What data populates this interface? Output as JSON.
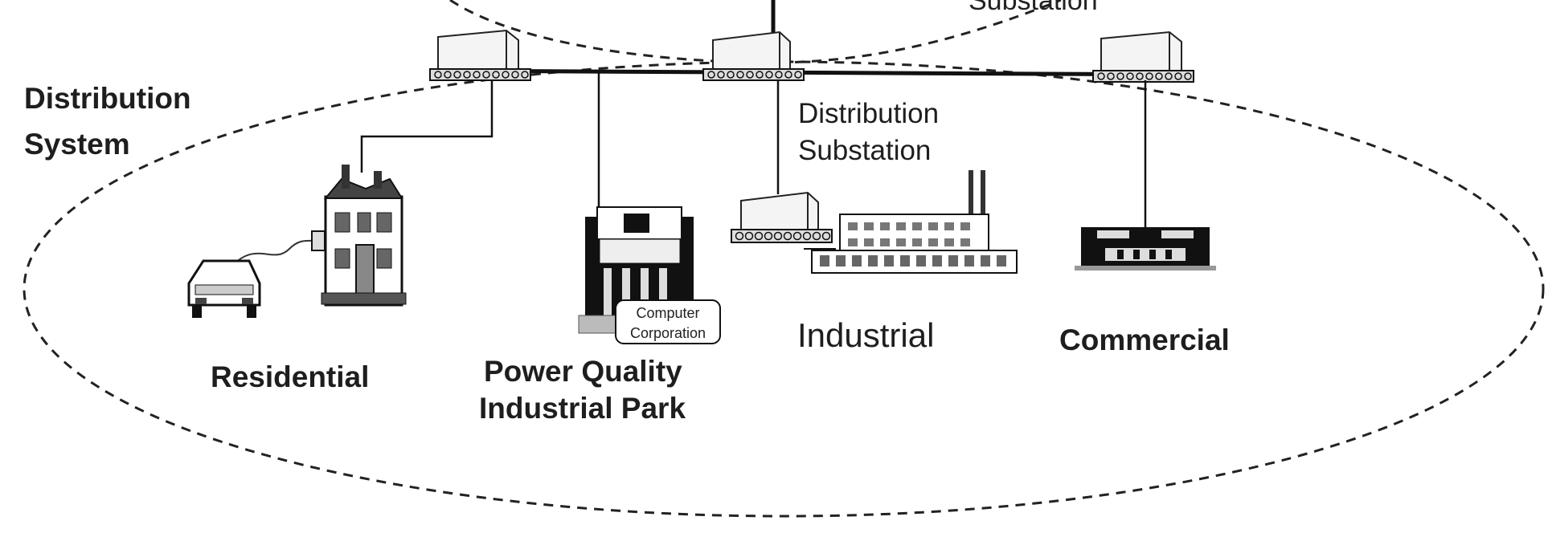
{
  "labels": {
    "top_left_cut": "",
    "top_center_cut": "",
    "top_right_cut": "Substation",
    "distribution_line1": "Distribution",
    "distribution_line2": "System",
    "dist_substation_line1": "Distribution",
    "dist_substation_line2": "Substation",
    "residential": "Residential",
    "power_quality_line1": "Power Quality",
    "power_quality_line2": "Industrial Park",
    "computer_line1": "Computer",
    "computer_line2": "Corporation",
    "industrial": "Industrial",
    "commercial": "Commercial"
  },
  "icons": [
    "substation-left-icon",
    "substation-center-icon",
    "substation-right-icon",
    "distribution-substation-icon",
    "house-icon",
    "car-icon",
    "computer-corporation-building-icon",
    "factory-icon",
    "commercial-building-icon"
  ],
  "colors": {
    "line": "#111111",
    "background": "#ffffff"
  }
}
